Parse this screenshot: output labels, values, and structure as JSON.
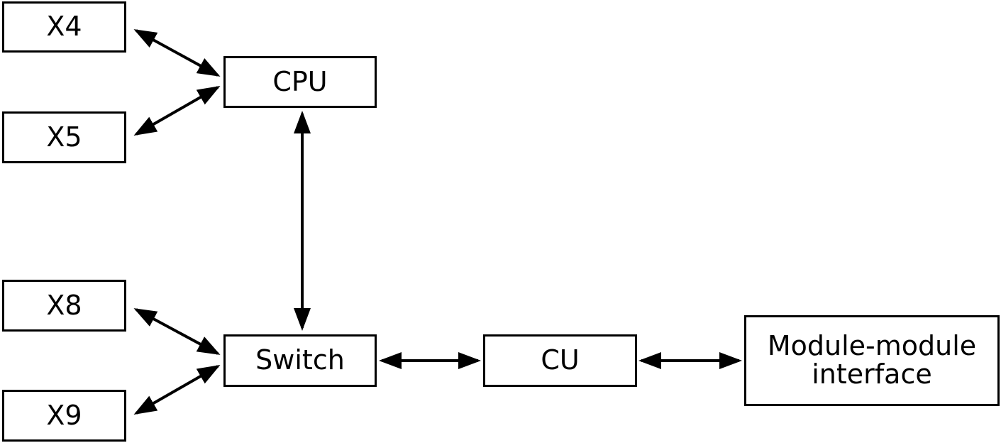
{
  "diagram": {
    "nodes": {
      "x4": "X4",
      "x5": "X5",
      "x8": "X8",
      "x9": "X9",
      "cpu": "CPU",
      "switch": "Switch",
      "cu": "CU",
      "module_interface_line1": "Module-module",
      "module_interface_line2": "interface"
    },
    "edges": [
      {
        "from": "X4",
        "to": "CPU",
        "direction": "bidirectional"
      },
      {
        "from": "X5",
        "to": "CPU",
        "direction": "bidirectional"
      },
      {
        "from": "CPU",
        "to": "Switch",
        "direction": "bidirectional"
      },
      {
        "from": "X8",
        "to": "Switch",
        "direction": "bidirectional"
      },
      {
        "from": "X9",
        "to": "Switch",
        "direction": "bidirectional"
      },
      {
        "from": "Switch",
        "to": "CU",
        "direction": "bidirectional"
      },
      {
        "from": "CU",
        "to": "Module-module interface",
        "direction": "bidirectional"
      }
    ],
    "colors": {
      "line": "#000000",
      "background": "#ffffff"
    }
  }
}
